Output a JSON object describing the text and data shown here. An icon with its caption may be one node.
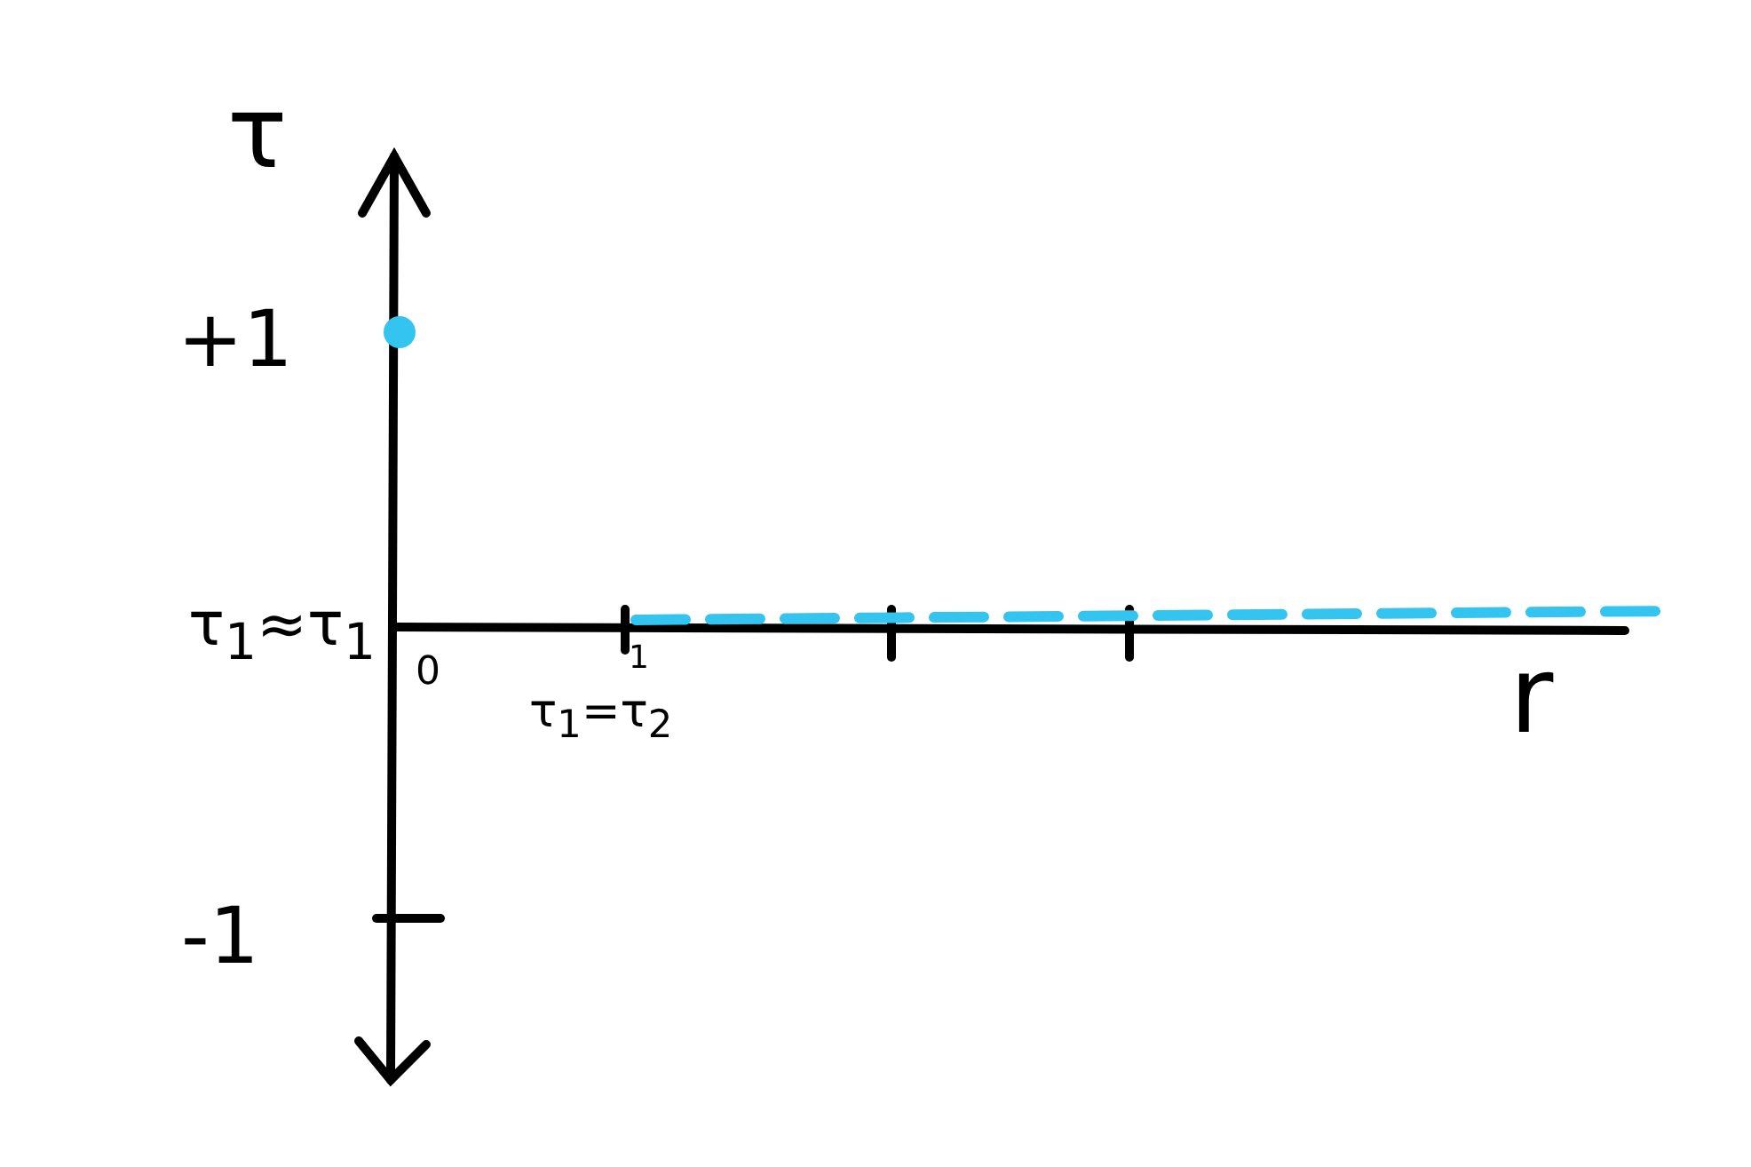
{
  "diagram": {
    "labels": [
      "τ",
      "+1",
      "τ$_{1}$≈τ$_{1}$",
      "1",
      "0",
      "r",
      "τ$_{1}$=τ$_{2}$",
      "-1"
    ]
  }
}
